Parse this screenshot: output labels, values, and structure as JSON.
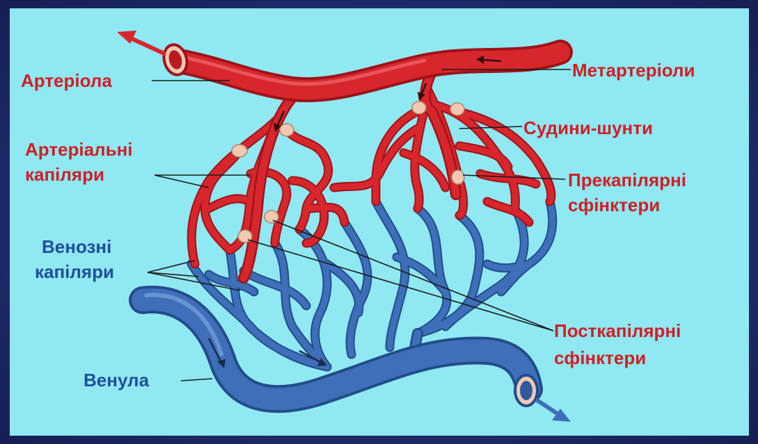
{
  "diagram": {
    "labels": {
      "arteriole": "Артеріола",
      "metarterioles": "Метартеріоли",
      "shunt_vessels": "Судини-шунти",
      "arterial_capillaries_1": "Артеріальні",
      "arterial_capillaries_2": "капіляри",
      "precapillary_sphincters_1": "Прекапілярні",
      "precapillary_sphincters_2": "сфінктери",
      "venous_capillaries_1": "Венозні",
      "venous_capillaries_2": "капіляри",
      "postcapillary_sphincters_1": "Посткапілярні",
      "postcapillary_sphincters_2": "сфінктери",
      "venule": "Венула"
    },
    "colors": {
      "background": "#8fe8f2",
      "frame": "#23306e",
      "arterial": "#d8262d",
      "arterial_dark": "#9e1419",
      "venous": "#3e6fb8",
      "venous_dark": "#234c8a",
      "sphincter": "#f2c9b0",
      "red_text": "#d01f26",
      "blue_text": "#1f4f9a"
    }
  }
}
